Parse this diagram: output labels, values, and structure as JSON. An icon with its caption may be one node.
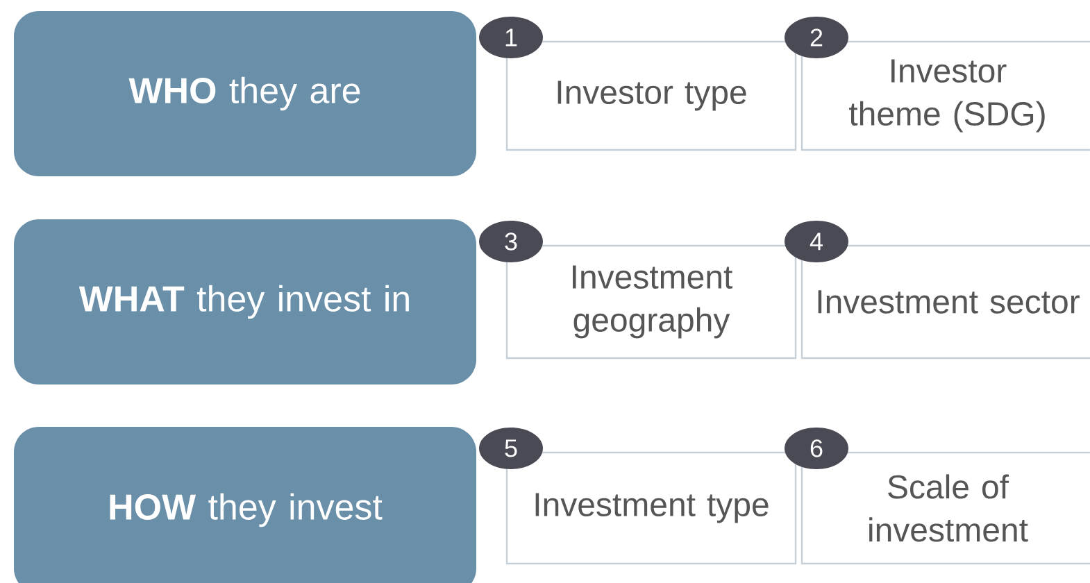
{
  "diagram": {
    "nodes": [
      {
        "text": [
          "**WHO** they are"
        ]
      },
      {
        "text": [
          "1"
        ]
      },
      {
        "text": [
          "Investor type"
        ]
      },
      {
        "text": [
          "2"
        ]
      },
      {
        "text": [
          "Investor theme (SDG)"
        ]
      },
      {
        "text": [
          "**WHAT** they invest in"
        ]
      },
      {
        "text": [
          "3"
        ]
      },
      {
        "text": [
          "Investment geography"
        ]
      },
      {
        "text": [
          "4"
        ]
      },
      {
        "text": [
          "Investment sector"
        ]
      },
      {
        "text": [
          "**HOW** they invest"
        ]
      },
      {
        "text": [
          "5"
        ]
      },
      {
        "text": [
          "Investment type"
        ]
      },
      {
        "text": [
          "6"
        ]
      },
      {
        "text": [
          "Scale of investment"
        ]
      }
    ]
  }
}
